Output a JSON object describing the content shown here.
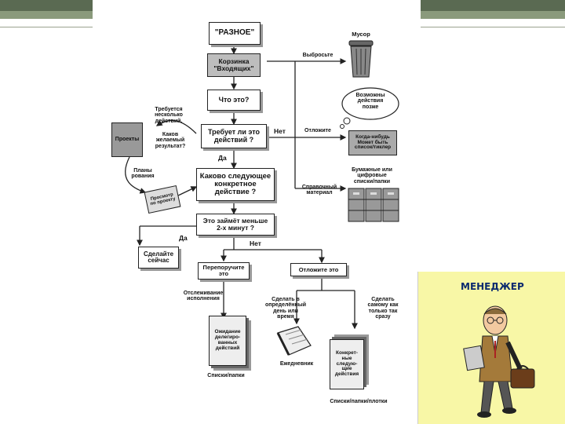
{
  "diagram": {
    "stuff": "\"РАЗНОЕ\"",
    "inbox": "Корзинка\n\"Входящих\"",
    "what_is_it": "Что это?",
    "requires_action": "Требует ли это\nдействий ?",
    "next_action": "Каково следующее\nконкретное\nдействие ?",
    "two_minutes": "Это займёт меньше\n2-х минут ?",
    "do_it": "Сделайте\nсейчас",
    "delegate": "Перепоручите\nэто",
    "defer": "Отложите это",
    "trash_label": "Мусор",
    "throw_away": "Выбросьте",
    "maybe_later": "Возможны\nдействия\nпозже",
    "incubate": "Отложите",
    "someday": "Когда-нибудь\nМожет быть\nсписок/тиклер",
    "reference": "Справочный\nматериал",
    "reference_files": "Бумажные или\nцифровые\nсписки/папки",
    "no1": "Нет",
    "yes1": "Да",
    "yes2": "Да",
    "no2": "Нет",
    "projects": "Проекты",
    "multi_step": "Требуется\nнесколько\nдействий.",
    "desired_outcome": "Каков\nжелаемый\nрезультат?",
    "planning": "Планы\nрования",
    "review": "Просмотр\nпо проекту",
    "tracking": "Отслеживание\nисполнения",
    "waiting_for": "Ожидание\nделегиро-\nванных\nдействий",
    "lists1": "Списки/папки",
    "specific_time": "Сделать в\nопределённый\nдень или\nвремя",
    "calendar": "Ежедневник",
    "asap": "Сделать\nсамому как\nтолько так\nсразу",
    "next_actions": "Конкрет-\nные\nследую-\nщие\nдействия",
    "lists2": "Списки/папки/плотки"
  },
  "manager": {
    "title": "МЕНЕДЖЕР"
  },
  "colors": {
    "header_dark": "#5a6a52",
    "header_light": "#8a9a7c",
    "manager_bg": "#f8f7a6",
    "manager_title": "#0b2a6e"
  }
}
